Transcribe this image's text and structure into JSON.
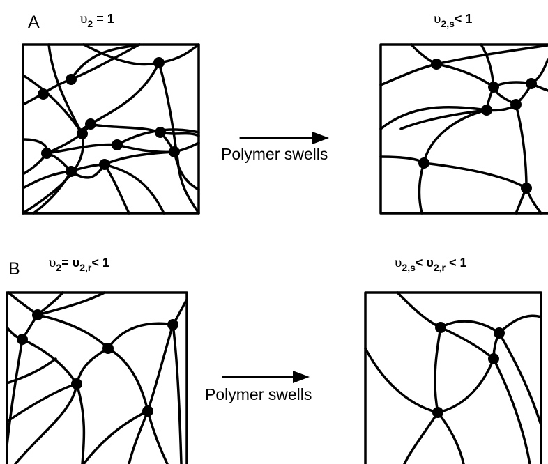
{
  "panel_a": {
    "letter": "A",
    "before_label": {
      "symbol": "υ",
      "sub": "2",
      "rest": " = 1"
    },
    "after_label": {
      "symbol": "υ",
      "sub": "2,s",
      "rest": "< 1"
    },
    "arrow_caption": "Polymer swells"
  },
  "panel_b": {
    "letter": "B",
    "before_label": {
      "symbol": "υ",
      "sub": "2",
      "mid": "= υ",
      "sub2": "2,r",
      "rest": "< 1"
    },
    "after_label": {
      "symbol": "υ",
      "sub": "2,s",
      "mid": "< υ",
      "sub2": "2,r",
      "rest": " < 1"
    },
    "arrow_caption": "Polymer swells"
  }
}
